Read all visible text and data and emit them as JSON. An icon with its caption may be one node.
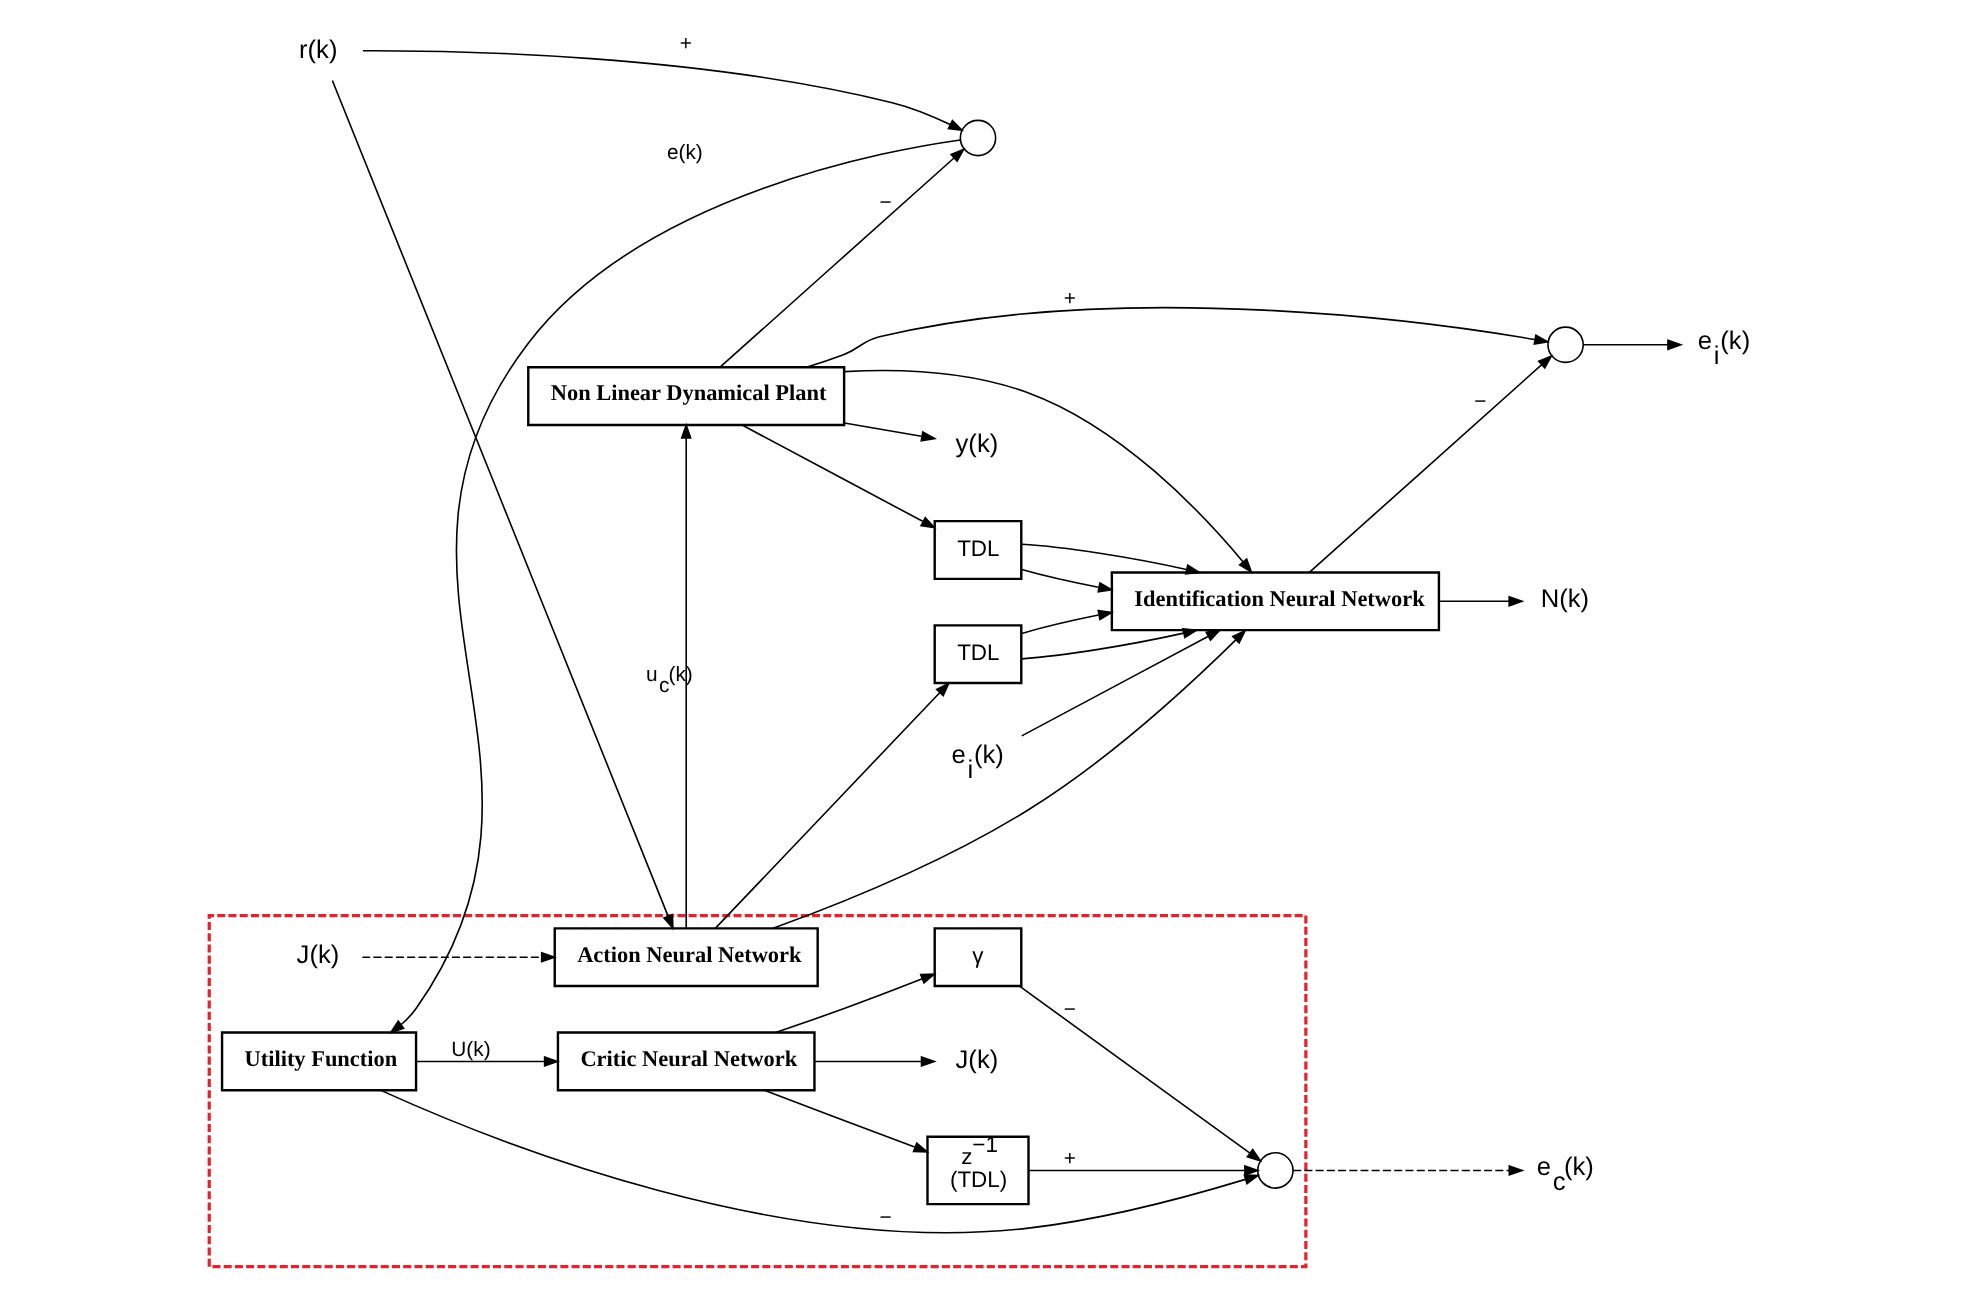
{
  "diagram": {
    "nodes": [
      {
        "text": [],
        "shape": "box"
      },
      {
        "text": [
          "r(k)"
        ]
      },
      {
        "text": [],
        "shape": "circle"
      },
      {
        "text": [
          "Utility Function"
        ],
        "in": 0
      },
      {
        "text": [
          "Critic Neural Network"
        ],
        "in": 0
      },
      {
        "text": [],
        "shape": "circle",
        "in": 0
      },
      {
        "text": [
          "γ"
        ],
        "in": 0
      },
      {
        "text": [
          "z$^{−1}$",
          "(TDL)"
        ],
        "in": 0
      },
      {
        "text": [
          "J(k)"
        ],
        "in": 0
      },
      {
        "text": [
          "e$_{c}$(k)"
        ]
      },
      {
        "text": [
          "e$_{i}$(k)"
        ]
      },
      {
        "text": [
          "Identification Neural Network"
        ]
      },
      {
        "text": [
          "TDL"
        ]
      },
      {
        "text": [
          "TDL"
        ]
      },
      {
        "text": [
          "N(k)"
        ]
      },
      {
        "text": [],
        "shape": "circle"
      },
      {
        "text": [
          "e$_{i}$(k)"
        ]
      },
      {
        "text": [
          "J(k)"
        ],
        "in": 0
      },
      {
        "text": [
          "Action Neural Network"
        ],
        "in": 0
      },
      {
        "text": [
          "Non Linear Dynamical Plant"
        ]
      },
      {
        "text": [
          "y(k)"
        ]
      }
    ],
    "edges": [
      {
        "from": 1,
        "to": 2,
        "arrow": "to",
        "label": "+"
      },
      {
        "from": 19,
        "to": 2,
        "arrow": "to",
        "label": "−"
      },
      {
        "from": 2,
        "to": 3,
        "arrow": "to",
        "label": "e(k)"
      },
      {
        "from": 3,
        "to": 4,
        "arrow": "to",
        "label": "U(k)"
      },
      {
        "from": 3,
        "to": 5,
        "arrow": "to",
        "label": "−"
      },
      {
        "from": 4,
        "to": 8,
        "arrow": "to"
      },
      {
        "from": 4,
        "to": 6,
        "arrow": "to"
      },
      {
        "from": 4,
        "to": 7,
        "arrow": "to"
      },
      {
        "from": 6,
        "to": 5,
        "arrow": "to",
        "label": "−"
      },
      {
        "from": 7,
        "to": 5,
        "arrow": "to",
        "label": "+"
      },
      {
        "from": 5,
        "to": 9,
        "arrow": "to",
        "style": "dashed"
      },
      {
        "from": 17,
        "to": 18,
        "arrow": "to",
        "style": "dashed"
      },
      {
        "from": 1,
        "to": 18,
        "arrow": "to"
      },
      {
        "from": 18,
        "to": 19,
        "arrow": "to",
        "label": "u$_{c}$(k)"
      },
      {
        "from": 18,
        "to": 11,
        "arrow": "to"
      },
      {
        "from": 18,
        "to": 12,
        "arrow": "to"
      },
      {
        "from": 12,
        "to": 11,
        "arrow": "to"
      },
      {
        "from": 12,
        "to": 11,
        "arrow": "to"
      },
      {
        "from": 10,
        "to": 11,
        "arrow": "to"
      },
      {
        "from": 11,
        "to": 14,
        "arrow": "to"
      },
      {
        "from": 11,
        "to": 15,
        "arrow": "to",
        "label": "−"
      },
      {
        "from": 15,
        "to": 16,
        "arrow": "to"
      },
      {
        "from": 19,
        "to": 20,
        "arrow": "to"
      },
      {
        "from": 19,
        "to": 15,
        "arrow": "to",
        "label": "+"
      },
      {
        "from": 19,
        "to": 13,
        "arrow": "to"
      },
      {
        "from": 19,
        "to": 11,
        "arrow": "to"
      },
      {
        "from": 13,
        "to": 11,
        "arrow": "to"
      },
      {
        "from": 13,
        "to": 11,
        "arrow": "to"
      }
    ]
  }
}
